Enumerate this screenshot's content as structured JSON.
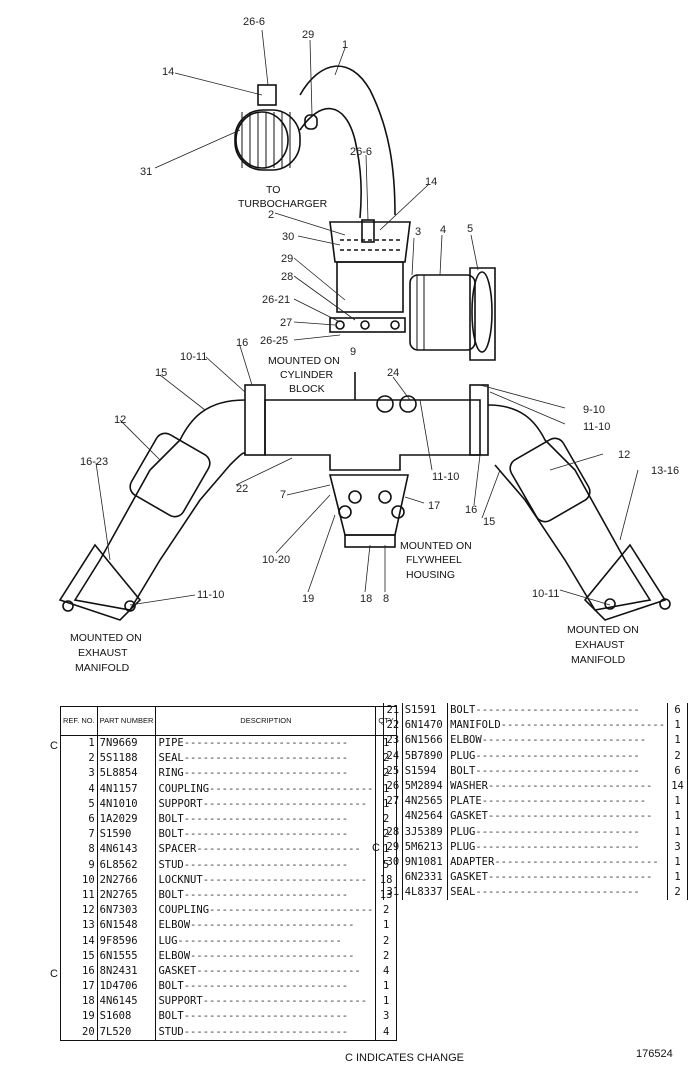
{
  "diagram": {
    "labels": {
      "l_26_6_top": "26-6",
      "l_29_top": "29",
      "l_1": "1",
      "l_14_left": "14",
      "l_31": "31",
      "l_26_6_mid": "26-6",
      "l_14_mid": "14",
      "l_2": "2",
      "l_30": "30",
      "l_29_mid": "29",
      "l_28": "28",
      "l_26_21": "26-21",
      "l_27": "27",
      "l_26_25": "26-25",
      "l_3": "3",
      "l_4": "4",
      "l_5": "5",
      "l_9": "9",
      "l_16_left": "16",
      "l_10_11_left": "10-11",
      "l_15_left": "15",
      "l_12_left": "12",
      "l_16_23": "16-23",
      "l_22": "22",
      "l_7": "7",
      "l_24": "24",
      "l_9_10": "9-10",
      "l_11_10_right": "11-10",
      "l_11_10_mid": "11-10",
      "l_12_right": "12",
      "l_13_16": "13-16",
      "l_16_right": "16",
      "l_15_right": "15",
      "l_17": "17",
      "l_10_20": "10-20",
      "l_19": "19",
      "l_18": "18",
      "l_8": "8",
      "l_11_10_bottom": "11-10",
      "l_10_11_bottom": "10-11"
    },
    "notes": {
      "turbo_line1": "TO",
      "turbo_line2": "TURBOCHARGER",
      "block_line1": "MOUNTED ON",
      "block_line2": "CYLINDER",
      "block_line3": "BLOCK",
      "fly_line1": "MOUNTED ON",
      "fly_line2": "FLYWHEEL",
      "fly_line3": "HOUSING",
      "exl_line1": "MOUNTED ON",
      "exl_line2": "EXHAUST",
      "exl_line3": "MANIFOLD",
      "exr_line1": "MOUNTED ON",
      "exr_line2": "EXHAUST",
      "exr_line3": "MANIFOLD"
    }
  },
  "parts_table_left": {
    "headers": {
      "ref": "REF. NO.",
      "part": "PART NUMBER",
      "desc": "DESCRIPTION",
      "qty": "QTY"
    },
    "rows": [
      {
        "ref": "1",
        "part": "7N9669",
        "desc": "PIPE",
        "qty": "1",
        "change": "C"
      },
      {
        "ref": "2",
        "part": "5S1188",
        "desc": "SEAL",
        "qty": "2",
        "change": ""
      },
      {
        "ref": "3",
        "part": "5L8854",
        "desc": "RING",
        "qty": "2",
        "change": ""
      },
      {
        "ref": "4",
        "part": "4N1157",
        "desc": "COUPLING",
        "qty": "1",
        "change": ""
      },
      {
        "ref": "5",
        "part": "4N1010",
        "desc": "SUPPORT",
        "qty": "1",
        "change": ""
      },
      {
        "ref": "6",
        "part": "1A2029",
        "desc": "BOLT",
        "qty": "2",
        "change": ""
      },
      {
        "ref": "7",
        "part": "S1590",
        "desc": "BOLT",
        "qty": "2",
        "change": ""
      },
      {
        "ref": "8",
        "part": "4N6143",
        "desc": "SPACER",
        "qty": "1",
        "change": ""
      },
      {
        "ref": "9",
        "part": "6L8562",
        "desc": "STUD",
        "qty": "5",
        "change": ""
      },
      {
        "ref": "10",
        "part": "2N2766",
        "desc": "LOCKNUT",
        "qty": "18",
        "change": ""
      },
      {
        "ref": "11",
        "part": "2N2765",
        "desc": "BOLT",
        "qty": "13",
        "change": ""
      },
      {
        "ref": "12",
        "part": "6N7303",
        "desc": "COUPLING",
        "qty": "2",
        "change": ""
      },
      {
        "ref": "13",
        "part": "6N1548",
        "desc": "ELBOW",
        "qty": "1",
        "change": ""
      },
      {
        "ref": "14",
        "part": "9F8596",
        "desc": "LUG",
        "qty": "2",
        "change": ""
      },
      {
        "ref": "15",
        "part": "6N1555",
        "desc": "ELBOW",
        "qty": "2",
        "change": ""
      },
      {
        "ref": "16",
        "part": "8N2431",
        "desc": "GASKET",
        "qty": "4",
        "change": "C"
      },
      {
        "ref": "17",
        "part": "1D4706",
        "desc": "BOLT",
        "qty": "1",
        "change": ""
      },
      {
        "ref": "18",
        "part": "4N6145",
        "desc": "SUPPORT",
        "qty": "1",
        "change": ""
      },
      {
        "ref": "19",
        "part": "S1608",
        "desc": "BOLT",
        "qty": "3",
        "change": ""
      },
      {
        "ref": "20",
        "part": "7L520",
        "desc": "STUD",
        "qty": "4",
        "change": ""
      }
    ]
  },
  "parts_table_right": {
    "rows": [
      {
        "ref": "21",
        "part": "S1591",
        "desc": "BOLT",
        "qty": "6",
        "change": ""
      },
      {
        "ref": "22",
        "part": "6N1470",
        "desc": "MANIFOLD",
        "qty": "1",
        "change": ""
      },
      {
        "ref": "23",
        "part": "6N1566",
        "desc": "ELBOW",
        "qty": "1",
        "change": ""
      },
      {
        "ref": "24",
        "part": "5B7890",
        "desc": "PLUG",
        "qty": "2",
        "change": ""
      },
      {
        "ref": "25",
        "part": "S1594",
        "desc": "BOLT",
        "qty": "6",
        "change": ""
      },
      {
        "ref": "26",
        "part": "5M2894",
        "desc": "WASHER",
        "qty": "14",
        "change": ""
      },
      {
        "ref": "27",
        "part": "4N2565",
        "desc": "PLATE",
        "qty": "1",
        "change": ""
      },
      {
        "ref": "",
        "part": "4N2564",
        "desc": "GASKET",
        "qty": "1",
        "change": ""
      },
      {
        "ref": "28",
        "part": "3J5389",
        "desc": "PLUG",
        "qty": "1",
        "change": ""
      },
      {
        "ref": "29",
        "part": "5M6213",
        "desc": "PLUG",
        "qty": "3",
        "change": "C"
      },
      {
        "ref": "30",
        "part": "9N1081",
        "desc": "ADAPTER",
        "qty": "1",
        "change": ""
      },
      {
        "ref": "",
        "part": "6N2331",
        "desc": "GASKET",
        "qty": "1",
        "change": ""
      },
      {
        "ref": "31",
        "part": "4L8337",
        "desc": "SEAL",
        "qty": "2",
        "change": ""
      }
    ]
  },
  "footer": {
    "note": "C INDICATES CHANGE",
    "doc_number": "176524"
  }
}
